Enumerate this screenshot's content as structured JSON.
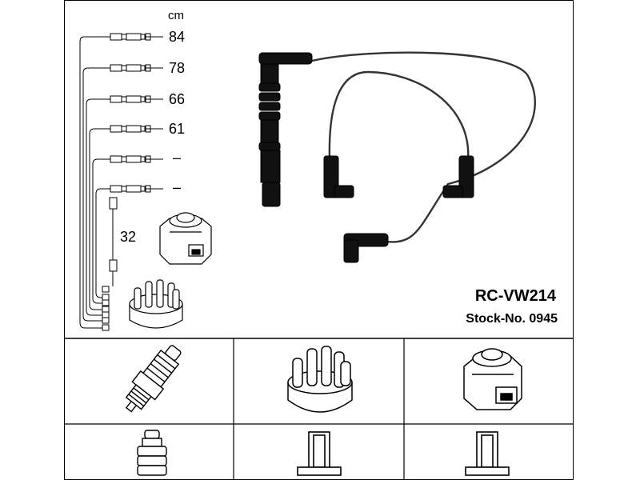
{
  "unit": "cm",
  "lengths": [
    "84",
    "78",
    "66",
    "61",
    "–",
    "–"
  ],
  "coil_lead_length": "32",
  "product": {
    "title": "RC-VW214",
    "stock_no": "Stock-No. 0945"
  },
  "icons": {
    "spark_plug": "spark-plug-icon",
    "distributor_cap": "distributor-cap-icon",
    "ignition_coil": "ignition-coil-icon"
  },
  "colors": {
    "line": "#000000",
    "cable": "#333333",
    "background": "#ffffff"
  }
}
